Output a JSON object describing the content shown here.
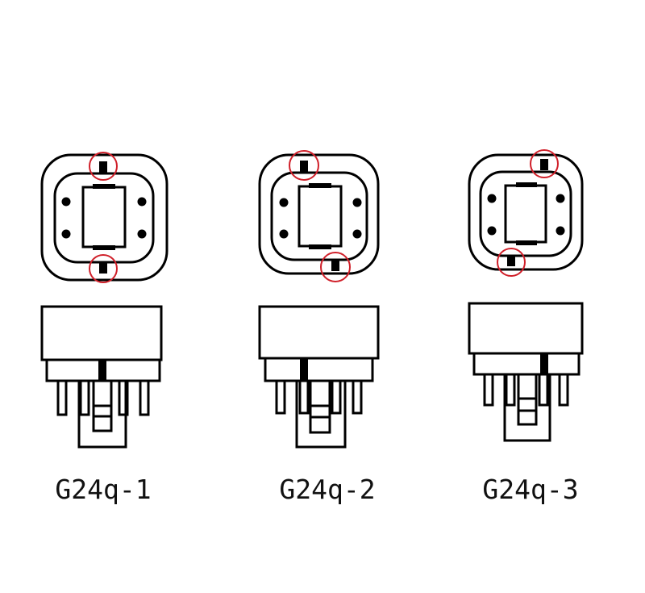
{
  "diagram": {
    "bases": [
      {
        "id": "g24q-1",
        "label": "G24q-1",
        "key_positions": [
          "top-center",
          "bottom-center"
        ]
      },
      {
        "id": "g24q-2",
        "label": "G24q-2",
        "key_positions": [
          "top-left",
          "bottom-right"
        ]
      },
      {
        "id": "g24q-3",
        "label": "G24q-3",
        "key_positions": [
          "top-right",
          "bottom-left"
        ]
      }
    ],
    "colors": {
      "line": "#000000",
      "highlight": "#d0202a",
      "background": "#ffffff"
    },
    "icons": [
      "base-top-view",
      "base-side-view",
      "key-highlight-circle"
    ]
  }
}
